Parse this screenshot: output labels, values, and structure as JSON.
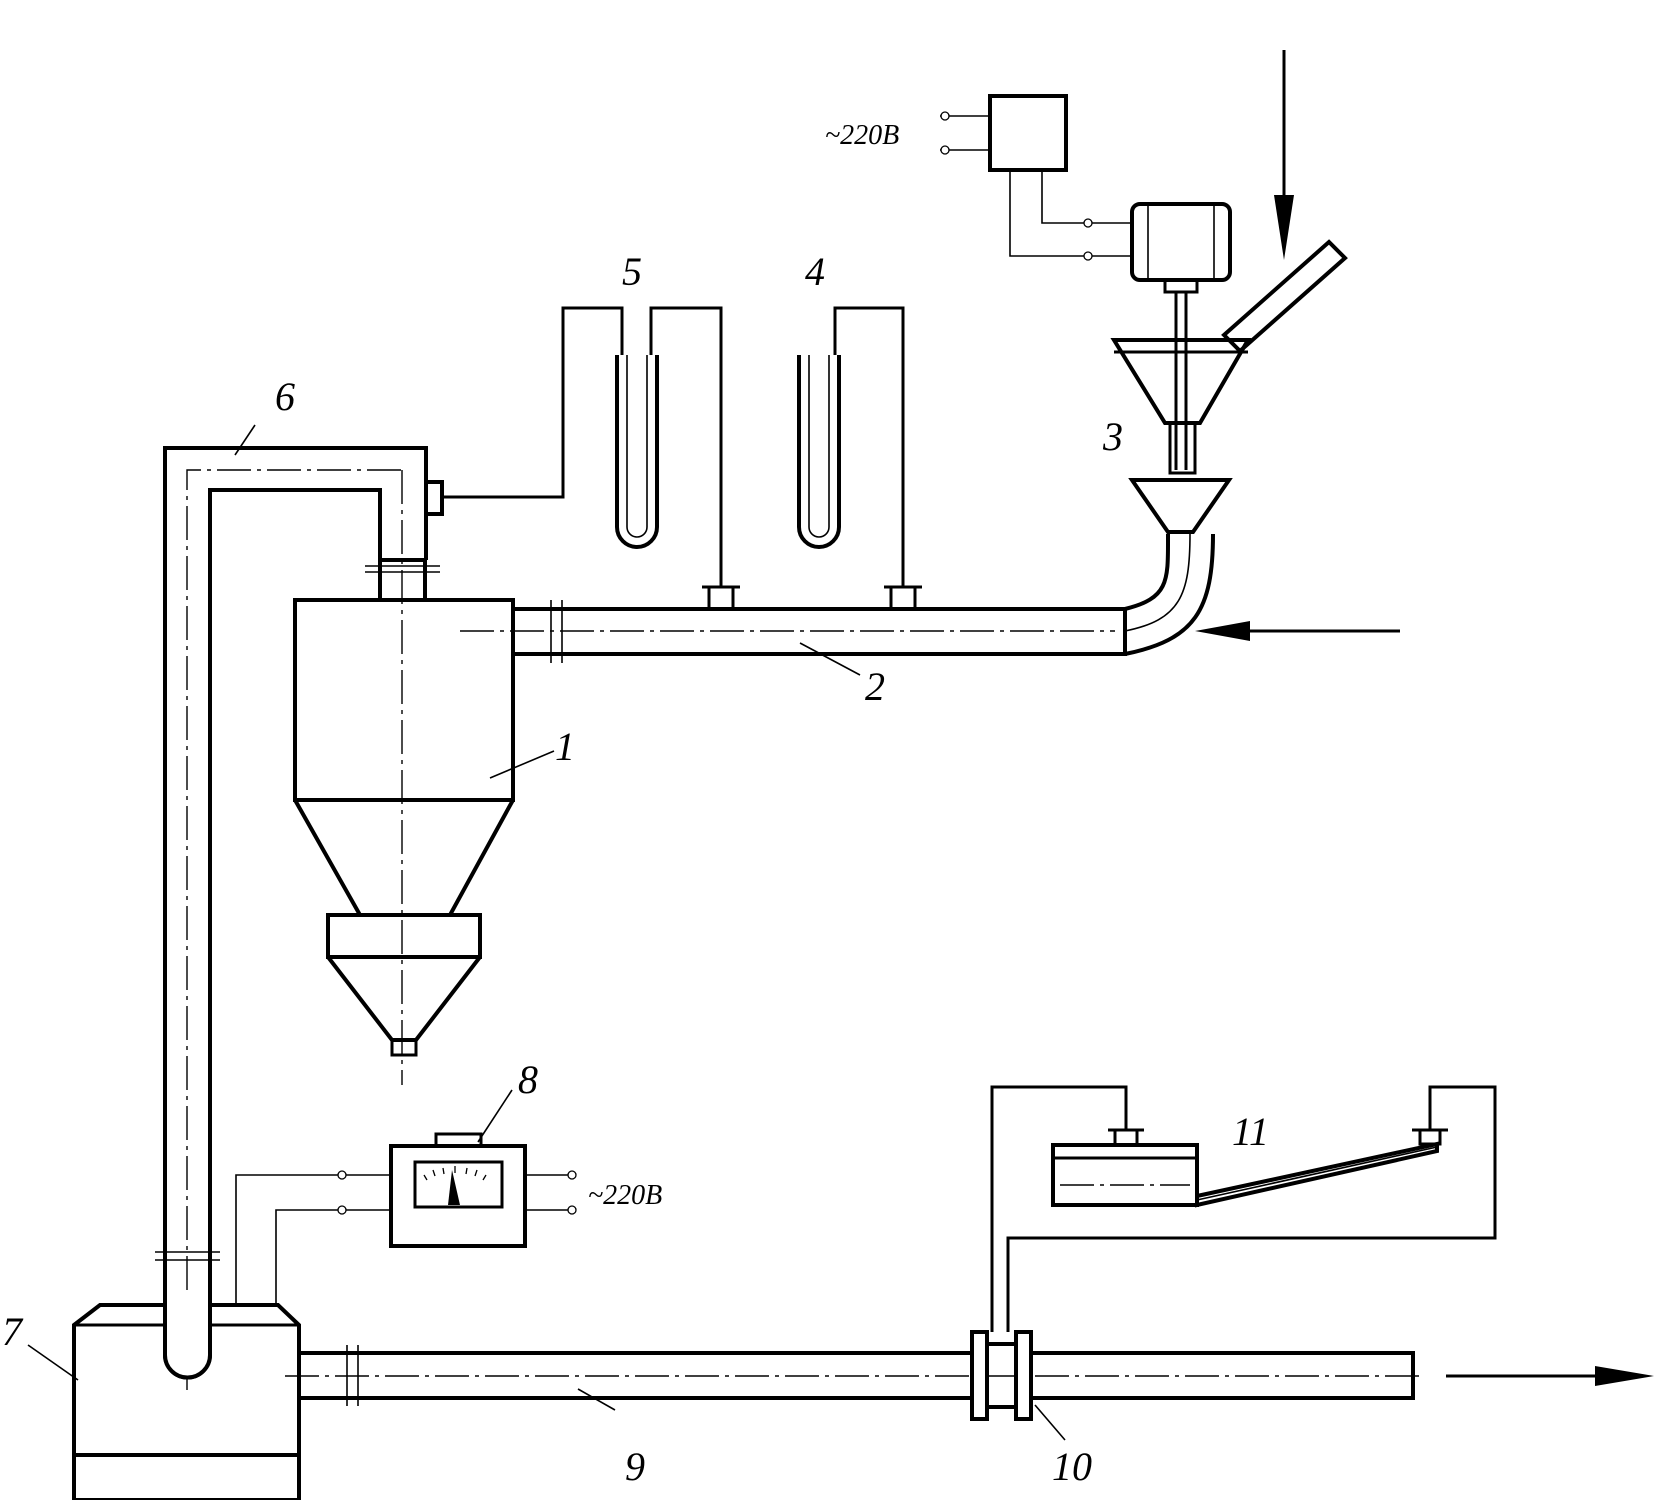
{
  "callouts": {
    "c1": "1",
    "c2": "2",
    "c3": "3",
    "c4": "4",
    "c5": "5",
    "c6": "6",
    "c7": "7",
    "c8": "8",
    "c9": "9",
    "c10": "10",
    "c11": "11"
  },
  "voltage_top": "~220В",
  "voltage_meter": "~220В"
}
